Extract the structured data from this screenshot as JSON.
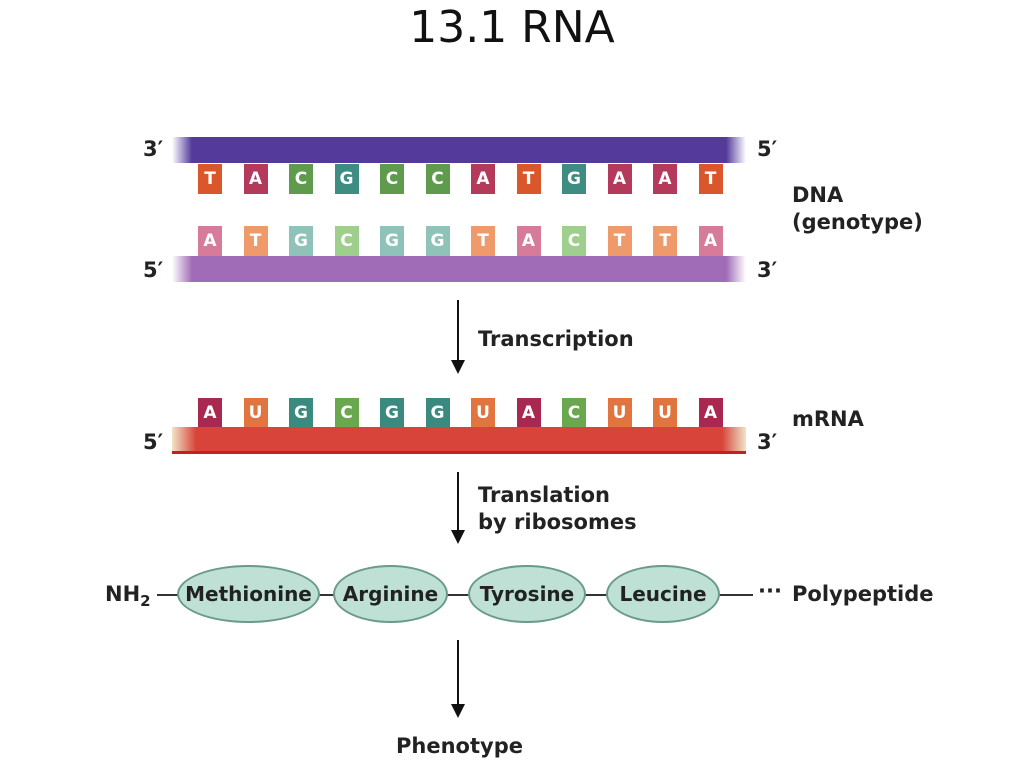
{
  "title": "13.1 RNA",
  "dna": {
    "top_left_end": "3′",
    "top_right_end": "5′",
    "bottom_left_end": "5′",
    "bottom_right_end": "3′",
    "label_line1": "DNA",
    "label_line2": "(genotype)",
    "top_bases": [
      "T",
      "A",
      "C",
      "G",
      "C",
      "C",
      "A",
      "T",
      "G",
      "A",
      "A",
      "T"
    ],
    "bottom_bases": [
      "A",
      "T",
      "G",
      "C",
      "G",
      "G",
      "T",
      "A",
      "C",
      "T",
      "T",
      "A"
    ]
  },
  "transcription": {
    "label": "Transcription"
  },
  "mrna": {
    "left_end": "5′",
    "right_end": "3′",
    "label": "mRNA",
    "bases": [
      "A",
      "U",
      "G",
      "C",
      "G",
      "G",
      "U",
      "A",
      "C",
      "U",
      "U",
      "A"
    ]
  },
  "translation": {
    "label_line1": "Translation",
    "label_line2": "by ribosomes"
  },
  "polypeptide": {
    "nh2_main": "NH",
    "nh2_sub": "2",
    "amino_acids": [
      "Methionine",
      "Arginine",
      "Tyrosine",
      "Leucine"
    ],
    "ellipsis": "···",
    "label": "Polypeptide"
  },
  "phenotype": {
    "label": "Phenotype"
  },
  "colors": {
    "T": "#d9572b",
    "A_top": "#b43a5c",
    "C_top": "#5f9b4d",
    "G_top": "#3f8d82",
    "A_light": "#d77b9a",
    "T_light": "#ee9a6a",
    "G_light": "#8fc2b9",
    "C_light": "#9fcf8c",
    "A_mrna": "#a8284f",
    "U_mrna": "#e2753f",
    "G_mrna": "#3b8a7f",
    "C_mrna": "#6aa84f",
    "dna_top_strand": "#533a9b",
    "dna_bottom_strand": "#a06cb8",
    "mrna_strand": "#d8443a"
  }
}
